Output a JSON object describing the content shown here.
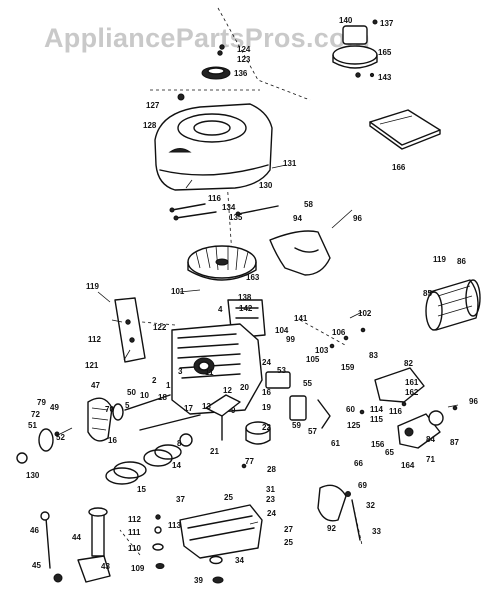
{
  "watermark": "AppliancePartsPros.com",
  "callouts": {
    "c137": "137",
    "c140": "140",
    "c165": "165",
    "c143": "143",
    "c124": "124",
    "c123": "123",
    "c136": "136",
    "c127": "127",
    "c128": "128",
    "c166": "166",
    "c131": "131",
    "c130": "130",
    "c116": "116",
    "c134": "134",
    "c135": "135",
    "c58": "58",
    "c94": "94",
    "c96a": "96",
    "c119a": "119",
    "c86": "86",
    "c101": "101",
    "c163": "163",
    "c85": "85",
    "c119b": "119",
    "c138": "138",
    "c142": "142",
    "c4": "4",
    "c141": "141",
    "c102": "102",
    "c112a": "112",
    "c122": "122",
    "c104": "104",
    "c99": "99",
    "c106": "106",
    "c103": "103",
    "c105": "105",
    "c121": "121",
    "c1": "1",
    "c3": "3",
    "c11": "11",
    "c24a": "24",
    "c83": "83",
    "c82": "82",
    "c47": "47",
    "c2": "2",
    "c20": "20",
    "c53": "53",
    "c159": "159",
    "c161": "161",
    "c162": "162",
    "c10": "10",
    "c12": "12",
    "c16a": "16",
    "c55": "55",
    "c79": "79",
    "c72": "72",
    "c49": "49",
    "c50": "50",
    "c5": "5",
    "c18": "18",
    "c17": "17",
    "c19": "19",
    "c70": "70",
    "c96b": "96",
    "c51": "51",
    "c13": "13",
    "c9": "9",
    "c22": "22",
    "c60": "60",
    "c114": "114",
    "c115": "115",
    "c116b": "116",
    "c125": "125",
    "c57": "57",
    "c59": "59",
    "c84": "84",
    "c87": "87",
    "c52": "52",
    "c16b": "16",
    "c8": "8",
    "c21": "21",
    "c77": "77",
    "c71": "71",
    "c14": "14",
    "c28": "28",
    "c156": "156",
    "c164": "164",
    "c65": "65",
    "c130b": "130",
    "c15": "15",
    "c66": "66",
    "c69": "69",
    "c61": "61",
    "c31": "31",
    "c23": "23",
    "c37": "37",
    "c25a": "25",
    "c24b": "24",
    "c112b": "112",
    "c113": "113",
    "c111": "111",
    "c110": "110",
    "c27": "27",
    "c25b": "25",
    "c46": "46",
    "c44": "44",
    "c32": "32",
    "c33": "33",
    "c92": "92",
    "c109": "109",
    "c43": "43",
    "c45": "45",
    "c34": "34",
    "c39": "39"
  }
}
